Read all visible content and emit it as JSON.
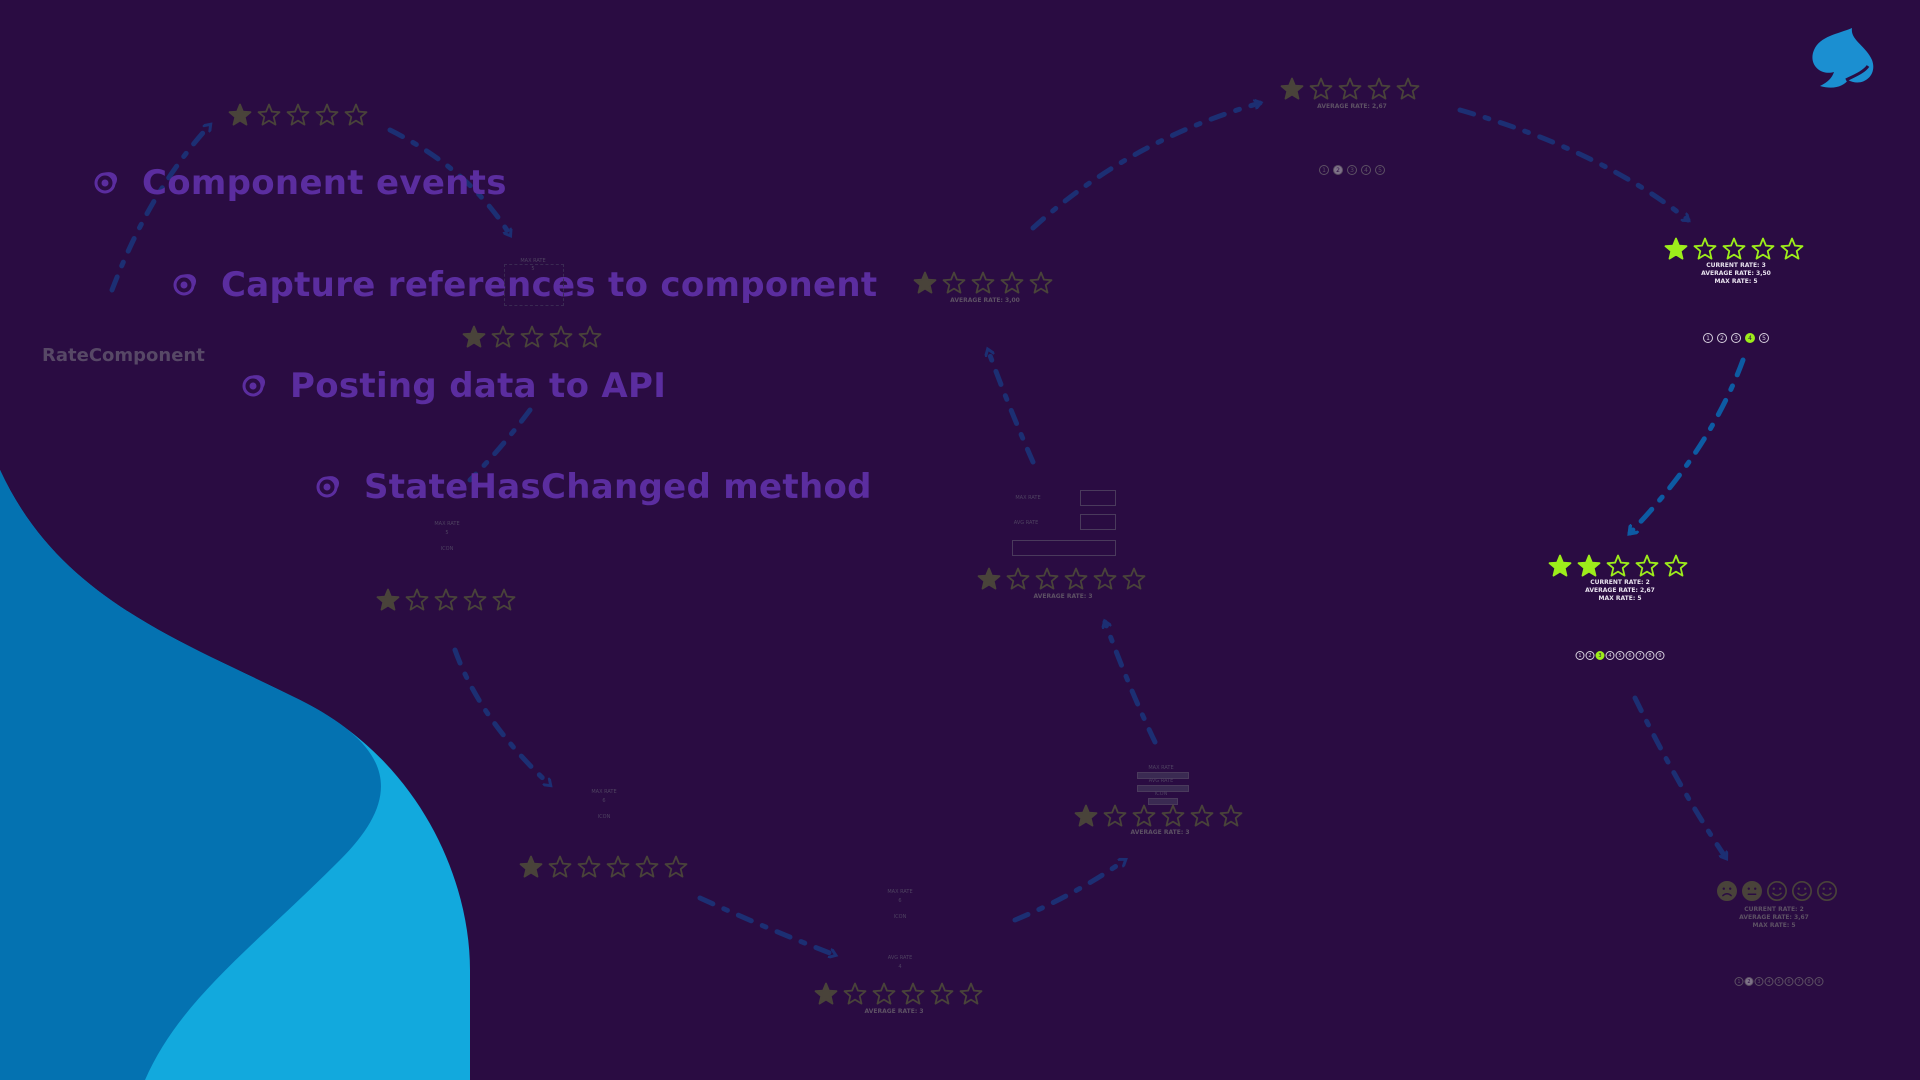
{
  "slide": {
    "background_color": "#2a0c42",
    "accent_colors": {
      "bullet_text": "#5b2d9f",
      "highlight": "#9ded1b",
      "wave_dark": "#0472b1",
      "wave_light": "#12a9dd",
      "logo": "#1b8fd1"
    },
    "bullets": [
      {
        "text": "Component events",
        "icon": "blazor-icon"
      },
      {
        "text": "Capture references to component",
        "icon": "blazor-icon"
      },
      {
        "text": "Posting data to API",
        "icon": "blazor-icon"
      },
      {
        "text": "StateHasChanged method",
        "icon": "blazor-icon"
      }
    ],
    "side_label": "RateComponent",
    "logo_icon": "spade-logo-icon"
  },
  "labels": {
    "max_rate": "MAX RATE",
    "icon": "ICON",
    "avg_rate": "AVG RATE",
    "average_rate": "AVERAGE RATE:",
    "current_rate": "CURRENT RATE:",
    "average_rate_caps": "AVERAGE RATE:",
    "max_rate_caps": "MAX RATE:"
  },
  "widgets": {
    "w_top_left": {
      "stars": 5,
      "filled": 1
    },
    "w_mid_left": {
      "stars": 5,
      "filled": 1,
      "max_rate_value": "5"
    },
    "w_left_form": {
      "stars": 5,
      "filled": 1,
      "max_rate_value": "5"
    },
    "w_bottom_left": {
      "stars": 6,
      "filled": 1,
      "max_rate_value": "6"
    },
    "w_bottom_center": {
      "stars": 6,
      "filled": 1,
      "max_rate_value": "6",
      "avg_rate_value": "4",
      "average_rate_value": "3"
    },
    "w_center_lower": {
      "stars": 6,
      "filled": 1,
      "average_rate_value": "3"
    },
    "w_center_mid": {
      "stars": 6,
      "filled": 1,
      "average_rate_value": "3"
    },
    "w_center_upper": {
      "stars": 5,
      "filled": 1,
      "average_rate_value": "3,00"
    },
    "w_top_center": {
      "stars": 5,
      "filled": 1,
      "average_rate_value": "2,67",
      "dots": [
        "1",
        "2",
        "3",
        "4",
        "5"
      ],
      "active_dot": 1
    },
    "w_top_right": {
      "stars": 5,
      "filled": 1,
      "current_rate_value": "3",
      "average_rate_value": "3,50",
      "max_rate_value": "5",
      "dots": [
        "1",
        "2",
        "3",
        "4",
        "5"
      ],
      "active_dot": 3
    },
    "w_mid_right": {
      "stars": 5,
      "filled": 2,
      "current_rate_value": "2",
      "average_rate_value": "2,67",
      "max_rate_value": "5",
      "dots": [
        "1",
        "2",
        "3",
        "4",
        "5",
        "6",
        "7",
        "8",
        "9"
      ],
      "active_dot": 2
    },
    "w_bottom_right": {
      "faces": 5,
      "filled": 2,
      "current_rate_value": "2",
      "average_rate_value": "3,67",
      "max_rate_value": "5",
      "dots": [
        "1",
        "2",
        "3",
        "4",
        "5",
        "6",
        "7",
        "8",
        "9"
      ],
      "active_dot": 1
    }
  }
}
